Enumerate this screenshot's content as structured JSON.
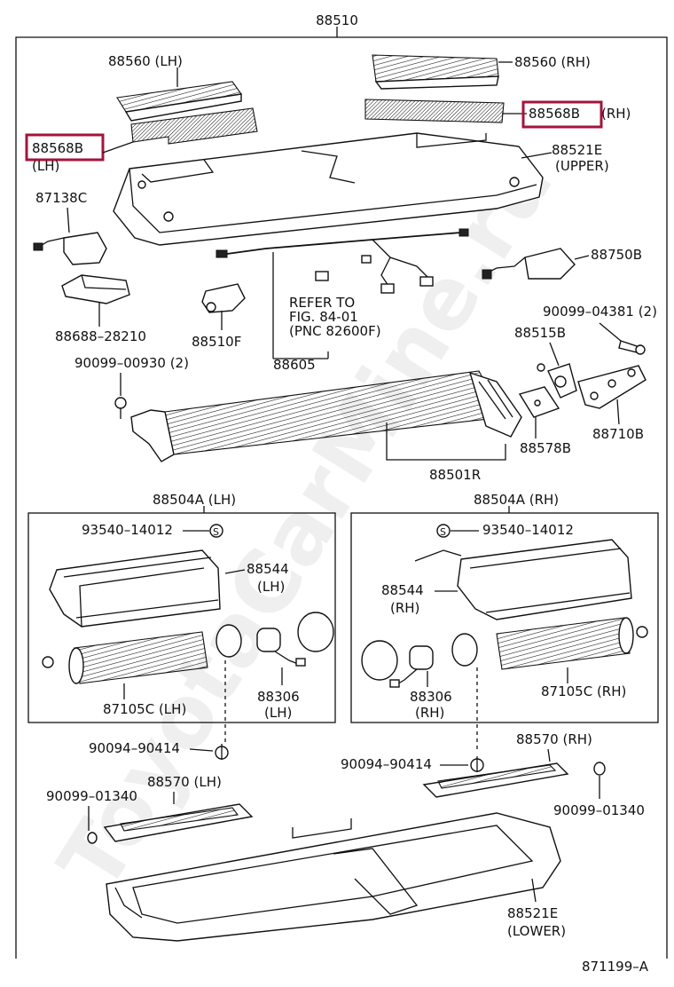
{
  "labels": {
    "top": "88510",
    "p88560_lh": "88560 (LH)",
    "p88560_rh": "88560 (RH)",
    "p88568b_rh": "88568B",
    "rh_suffix": "(RH)",
    "p88568b_lh": "88568B",
    "lh_suffix": "(LH)",
    "p88521e_upper_1": "88521E",
    "p88521e_upper_2": "(UPPER)",
    "p87138c": "87138C",
    "p88750b": "88750B",
    "p88688": "88688–28210",
    "p88510f": "88510F",
    "refer_1": "REFER TO",
    "refer_2": "FIG. 84-01",
    "refer_3": "(PNC 82600F)",
    "p88605": "88605",
    "p90099_04381": "90099–04381 (2)",
    "p88515b": "88515B",
    "p90099_00930": "90099–00930 (2)",
    "p88710b": "88710B",
    "p88578b": "88578B",
    "p88501r": "88501R",
    "p88504a_lh": "88504A (LH)",
    "p88504a_rh": "88504A (RH)",
    "p93540_lh": "93540–14012",
    "p93540_rh": "93540–14012",
    "s_mark": "S",
    "p88544_lh_1": "88544",
    "p88544_lh_2": "(LH)",
    "p88544_rh_1": "88544",
    "p88544_rh_2": "(RH)",
    "p87105c_lh": "87105C (LH)",
    "p87105c_rh": "87105C (RH)",
    "p88306_lh_1": "88306",
    "p88306_lh_2": "(LH)",
    "p88306_rh_1": "88306",
    "p88306_rh_2": "(RH)",
    "p90094_lh": "90094–90414",
    "p90094_rh": "90094–90414",
    "p88570_rh": "88570 (RH)",
    "p88570_lh": "88570 (LH)",
    "p90099_01340_lh": "90099–01340",
    "p90099_01340_rh": "90099–01340",
    "p88521e_lower_1": "88521E",
    "p88521e_lower_2": "(LOWER)",
    "fig_code": "871199–A"
  },
  "watermark": "ToyotaCarMine.ru",
  "colors": {
    "highlight": "#a3143b",
    "ink": "#111111",
    "background": "#ffffff"
  }
}
